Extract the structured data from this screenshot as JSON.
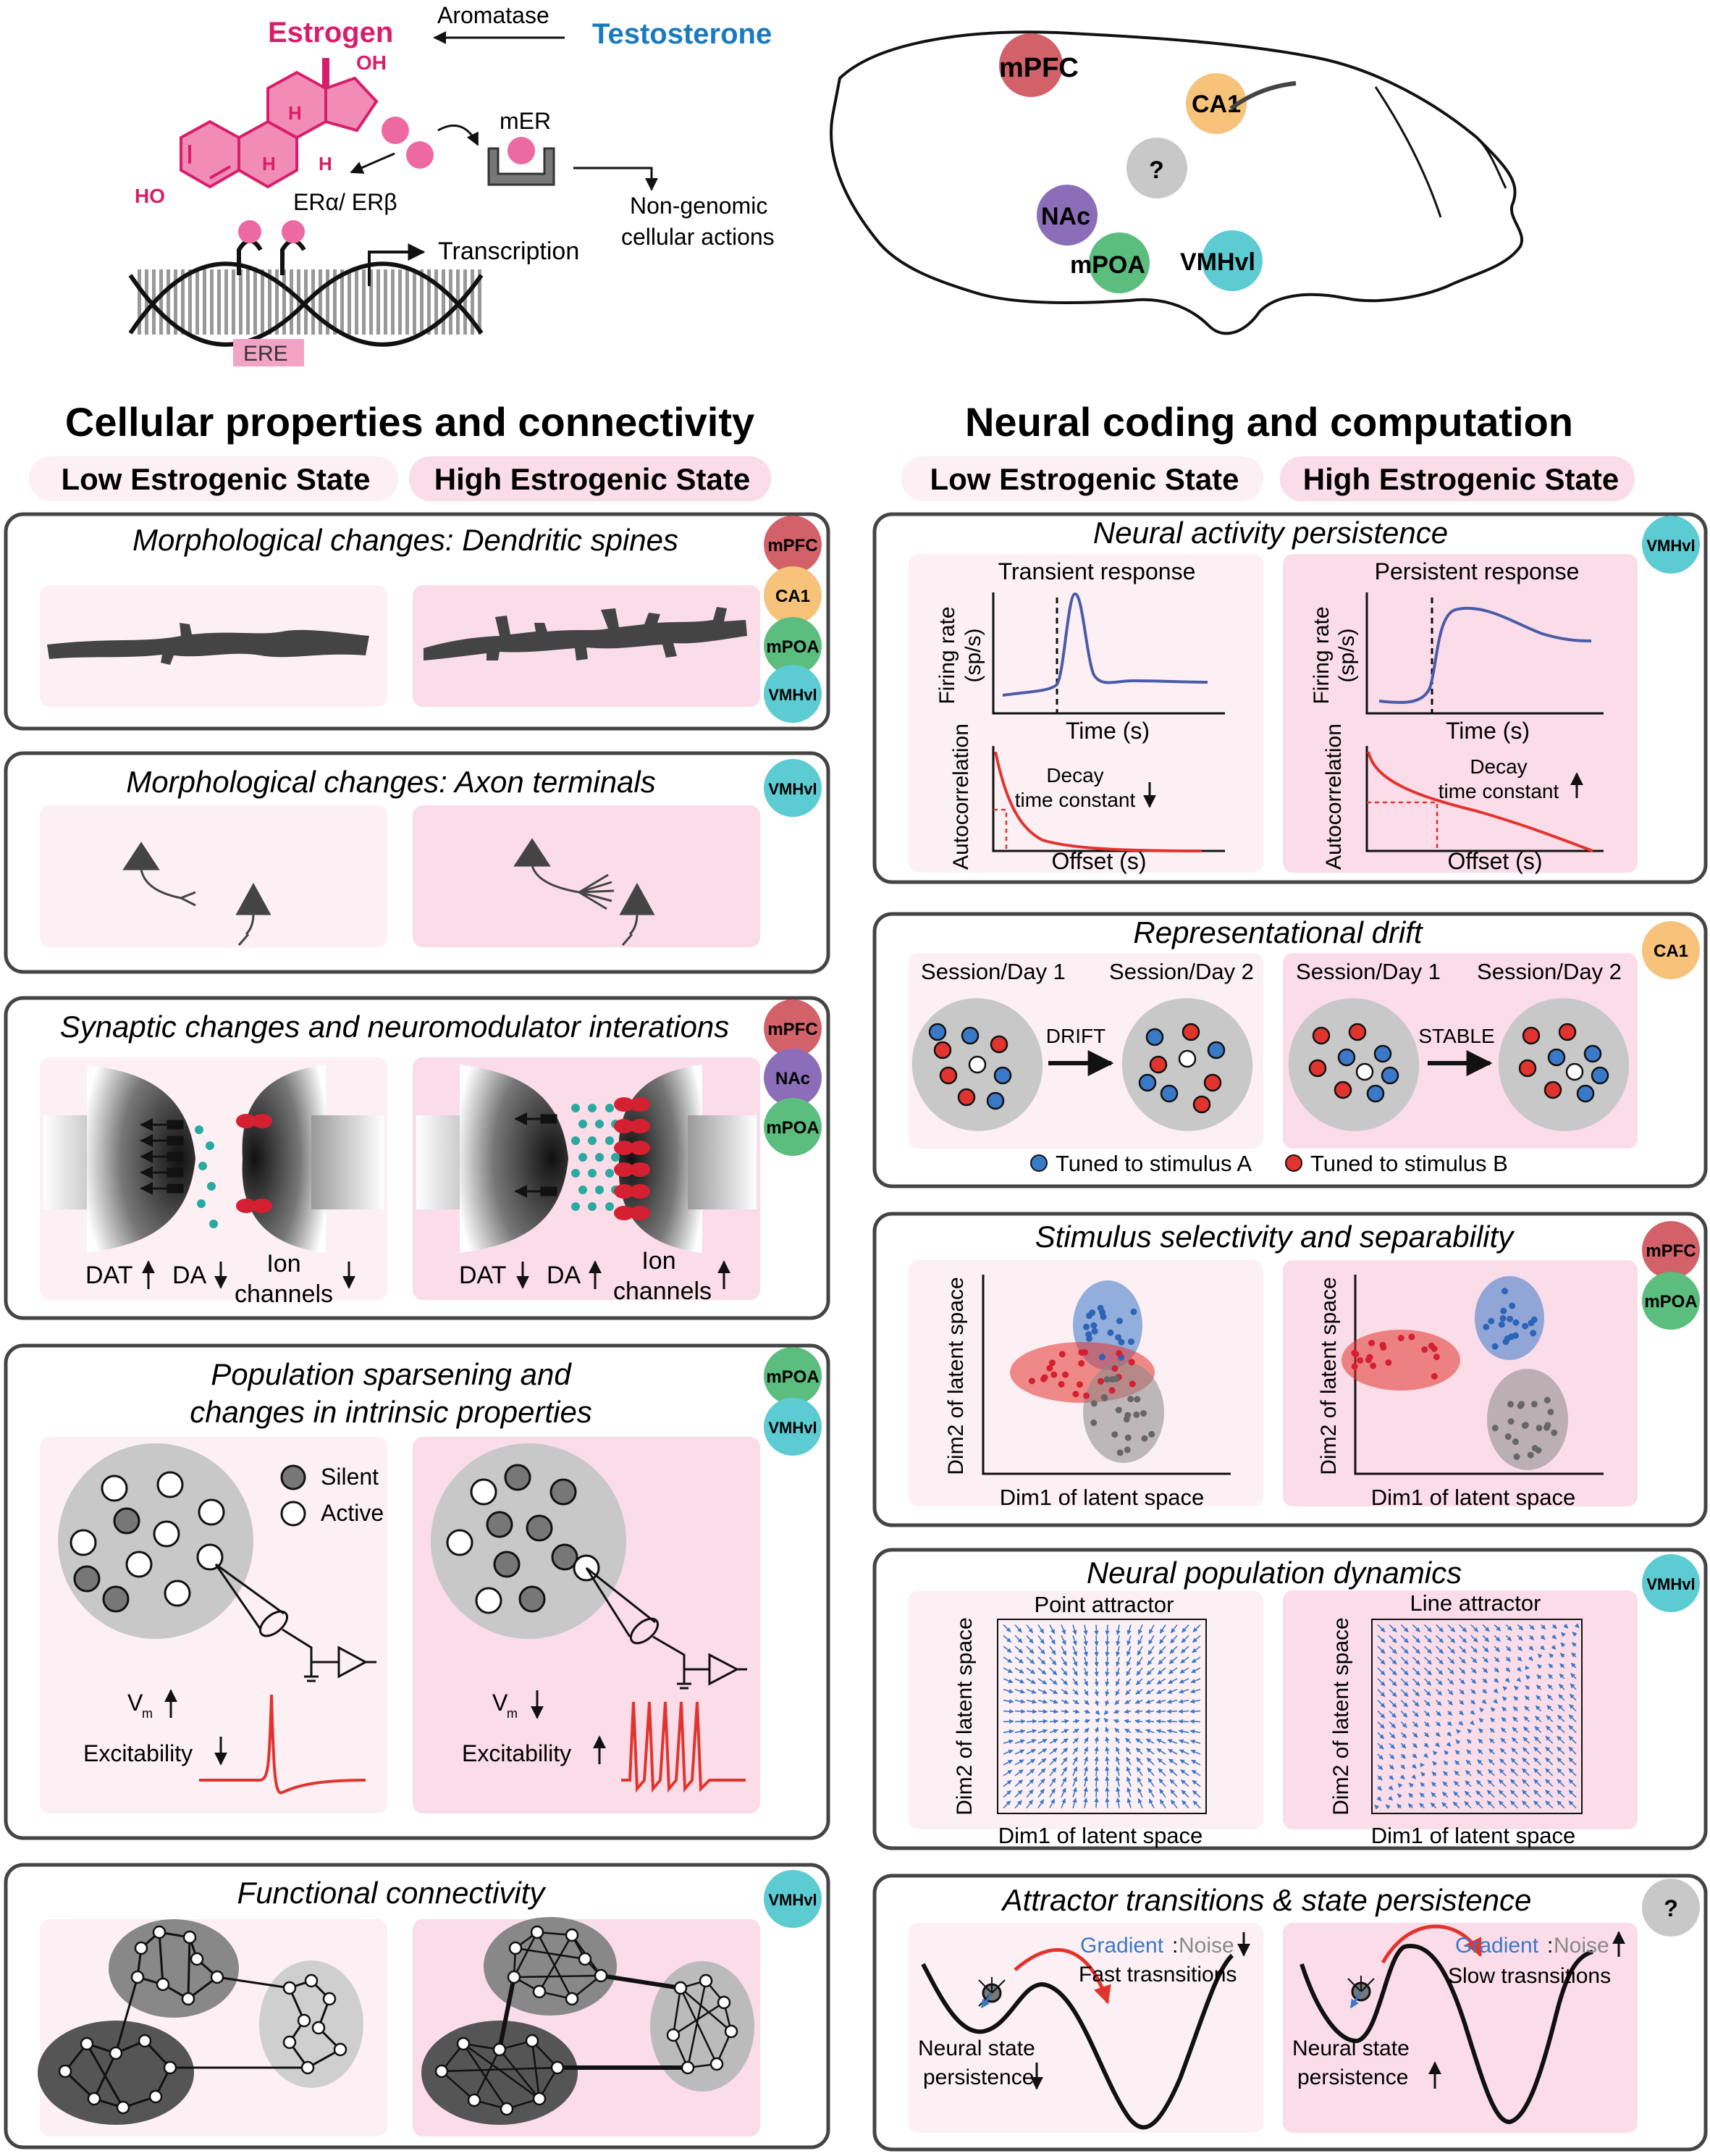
{
  "hormone": {
    "estrogen": "Estrogen",
    "testosterone": "Testosterone",
    "aromatase": "Aromatase",
    "oh": "OH",
    "ho": "HO",
    "h": "H",
    "er_alpha_beta": "ERα/ ERβ",
    "mer": "mER",
    "non_genomic_1": "Non-genomic",
    "non_genomic_2": "cellular actions",
    "transcription": "Transcription",
    "ere": "ERE"
  },
  "brain": {
    "mpfc": "mPFC",
    "ca1": "CA1",
    "unknown": "?",
    "nac": "NAc",
    "mpoa": "mPOA",
    "vmhvl": "VMHvl"
  },
  "columns": {
    "left_title": "Cellular properties and connectivity",
    "right_title": "Neural coding and computation",
    "low_state": "Low Estrogenic State",
    "high_state": "High Estrogenic State"
  },
  "left_panels": {
    "spines_title": "Morphological changes: Dendritic spines",
    "axon_title": "Morphological changes: Axon terminals",
    "synaptic_title": "Synaptic changes and neuromodulator interations",
    "dat": "DAT",
    "da": "DA",
    "ion": "Ion",
    "channels": "channels",
    "population_title_1": "Population sparsening and",
    "population_title_2": "changes in intrinsic properties",
    "silent": "Silent",
    "active": "Active",
    "vm": "V",
    "vm_sub": "m",
    "excitability": "Excitability",
    "functional_title": "Functional connectivity"
  },
  "right_panels": {
    "persistence_title": "Neural activity persistence",
    "transient": "Transient response",
    "persistent": "Persistent response",
    "firing_rate_1": "Firing rate",
    "firing_rate_2": "(sp/s)",
    "time": "Time (s)",
    "autocorrelation": "Autocorrelation",
    "offset": "Offset (s)",
    "decay_1": "Decay",
    "decay_2": "time constant",
    "drift_title": "Representational drift",
    "session1": "Session/Day 1",
    "session2": "Session/Day 2",
    "drift": "DRIFT",
    "stable": "STABLE",
    "tuned_a": "Tuned to stimulus A",
    "tuned_b": "Tuned to stimulus B",
    "selectivity_title": "Stimulus selectivity and separability",
    "dim1": "Dim1 of latent space",
    "dim2": "Dim2 of latent space",
    "dynamics_title": "Neural population dynamics",
    "point_attractor": "Point attractor",
    "line_attractor": "Line attractor",
    "transitions_title": "Attractor transitions & state persistence",
    "gradient": "Gradient",
    "colon": ":",
    "noise": "Noise",
    "fast": "Fast trasnsitions",
    "slow": "Slow trasnsitions",
    "nsp_1": "Neural state",
    "nsp_2": "persistence"
  },
  "colors": {
    "estrogen": "#d81e6a",
    "testosterone": "#1a7abf",
    "pink_bg": "#fadde8",
    "mpfc": "#d2616a",
    "ca1": "#f7c27a",
    "nac": "#8b6db8",
    "mpoa": "#5bbd7e",
    "vmhvl": "#5ccbd2",
    "unknown": "#c8c8c8",
    "blue_dot": "#3a78c8",
    "red_dot": "#e2342e"
  }
}
